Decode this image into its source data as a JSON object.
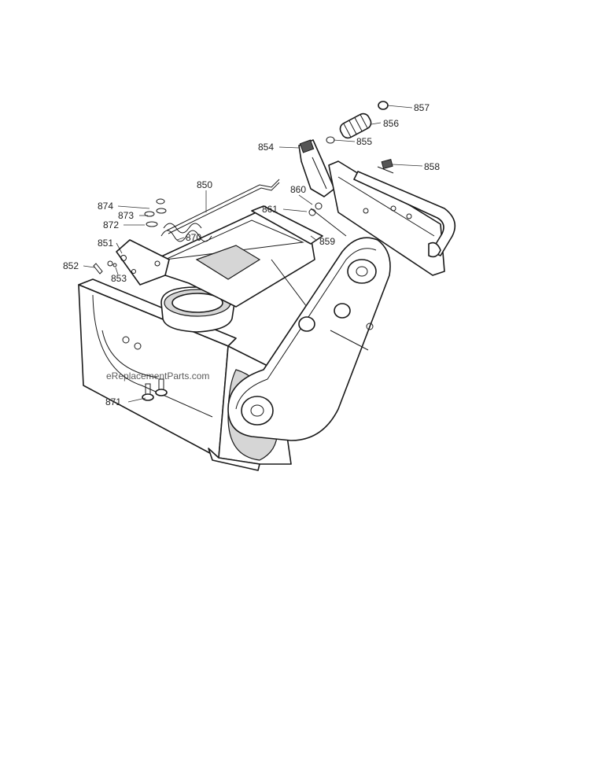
{
  "watermark": "eReplacementParts.com",
  "callouts": {
    "p850": "850",
    "p851": "851",
    "p852": "852",
    "p853": "853",
    "p854": "854",
    "p855": "855",
    "p856": "856",
    "p857": "857",
    "p858": "858",
    "p859": "859",
    "p860": "860",
    "p861": "861",
    "p870": "870",
    "p871": "871",
    "p872": "872",
    "p873": "873",
    "p874": "874"
  }
}
